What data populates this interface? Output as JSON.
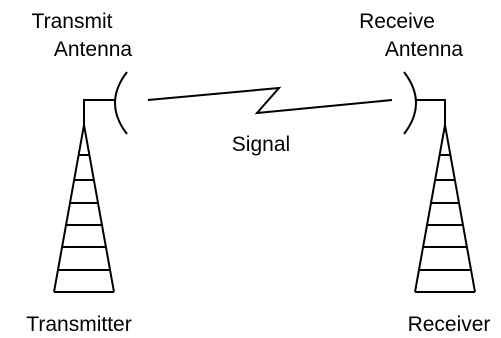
{
  "labels": {
    "transmit_antenna_line1": "Transmit",
    "transmit_antenna_line2": "Antenna",
    "receive_antenna_line1": "Receive",
    "receive_antenna_line2": "Antenna",
    "signal": "Signal",
    "transmitter": "Transmitter",
    "receiver": "Receiver"
  },
  "colors": {
    "stroke": "#000000",
    "background": "#ffffff"
  }
}
